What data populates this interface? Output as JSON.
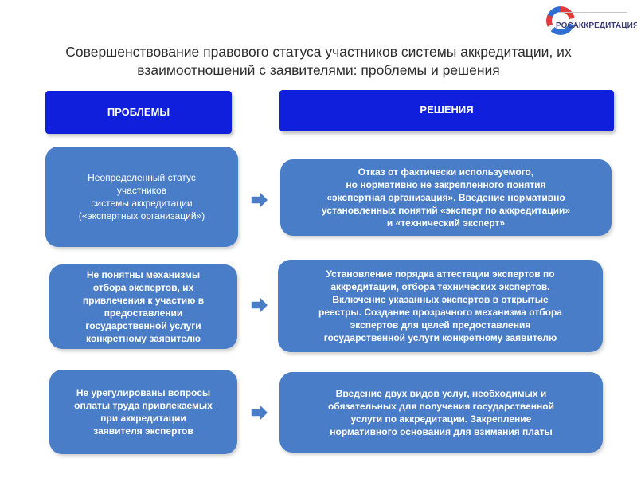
{
  "logo": {
    "text": "РОСАККРЕДИТАЦИЯ",
    "colors": {
      "red": "#e23b3b",
      "blue": "#2f6fd1"
    }
  },
  "title": "Совершенствование правового статуса участников системы аккредитации, их\nвзаимоотношений с заявителями: проблемы и решения",
  "headers": {
    "problems": "ПРОБЛЕМЫ",
    "solutions": "РЕШЕНИЯ"
  },
  "rows": [
    {
      "problem": "Неопределенный статус\nучастников\nсистемы аккредитации\n(«экспертных организаций»)",
      "solution": "Отказ от фактически используемого,\nно нормативно не закрепленного понятия\n«экспертная организация». Введение нормативно\nустановленных понятий «эксперт по аккредитации»\nи «технический эксперт»"
    },
    {
      "problem": "Не понятны механизмы\nотбора экспертов, их\nпривлечения к участию в\nпредоставлении\nгосударственной услуги\nконкретному заявителю",
      "solution": "Установление порядка аттестации экспертов по\nаккредитации, отбора технических экспертов.\nВключение указанных экспертов в открытые\nреестры. Создание прозрачного механизма отбора\nэкспертов для целей предоставления\nгосударственной услуги конкретному заявителю"
    },
    {
      "problem": "Не урегулированы вопросы\nоплаты труда привлекаемых\nпри аккредитации\nзаявителя экспертов",
      "solution": "Введение двух видов услуг, необходимых и\nобязательных для получения государственной\nуслуги по аккредитации. Закрепление\nнормативного основания для взимания платы"
    }
  ],
  "icons": {
    "arrow": "right-arrow-icon"
  },
  "colors": {
    "header": "#0f1fdb",
    "box": "#4a7dc7",
    "arrow": "#4a7dc7",
    "title": "#2e2e2e"
  }
}
